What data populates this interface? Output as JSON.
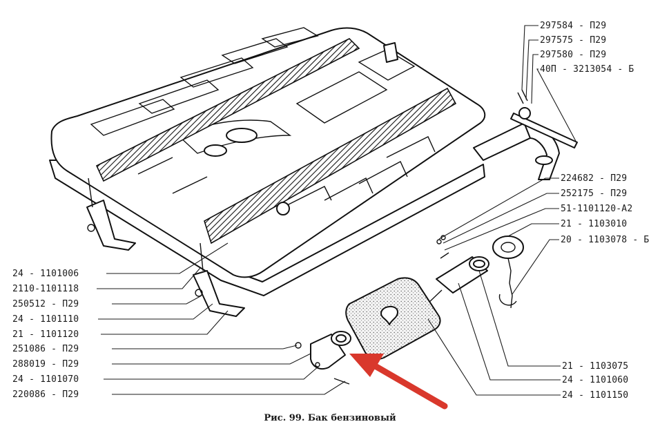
{
  "caption": "Рис. 99. Бак бензиновый",
  "labels_left": [
    "24 - 1101006",
    "2110-1101118",
    "250512 - П29",
    "24 - 1101110",
    "21 - 1101120",
    "251086 - П29",
    "288019 - П29",
    "24 - 1101070",
    "220086 - П29"
  ],
  "labels_right_top": [
    "297584 - П29",
    "297575 - П29",
    "297580 - П29",
    "40П - 3213054 - Б"
  ],
  "labels_right_mid": [
    "224682 - П29",
    "252175 - П29",
    "51-1101120-А2",
    "21 - 1103010",
    "20 - 1103078 - Б"
  ],
  "labels_right_bottom": [
    "21 - 1103075",
    "24 - 1101060",
    "24 - 1101150"
  ],
  "colors": {
    "ink": "#1a1a1a",
    "arrow": "#d9382c",
    "paper": "#ffffff"
  }
}
